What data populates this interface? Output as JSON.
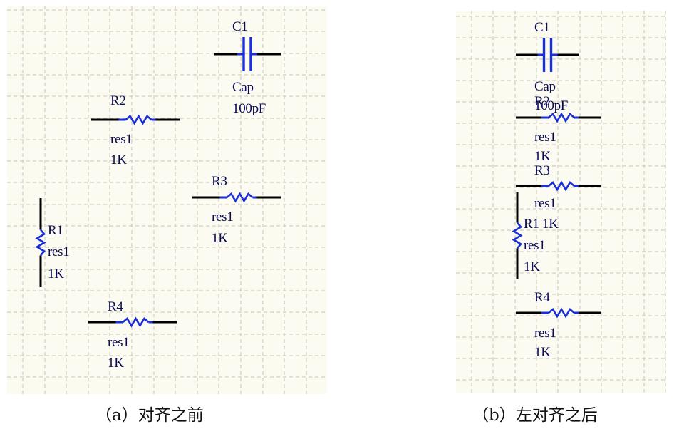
{
  "colors": {
    "wire": "#000000",
    "body": "#1a2fd8",
    "text": "#0a0a55",
    "grid": "#c9c6b6",
    "background": "#fcfbf2"
  },
  "panels": [
    {
      "caption": "（a）对齐之前",
      "components": [
        {
          "type": "capacitor",
          "designator": "C1",
          "part": "Cap",
          "value": "100pF"
        },
        {
          "type": "resistor",
          "designator": "R2",
          "part": "res1",
          "value": "1K"
        },
        {
          "type": "resistor",
          "designator": "R3",
          "part": "res1",
          "value": "1K"
        },
        {
          "type": "resistor",
          "designator": "R1",
          "part": "res1",
          "value": "1K"
        },
        {
          "type": "resistor",
          "designator": "R4",
          "part": "res1",
          "value": "1K"
        }
      ]
    },
    {
      "caption": "（b）左对齐之后",
      "components": [
        {
          "type": "capacitor",
          "designator": "C1",
          "part": "Cap",
          "value": "100pF"
        },
        {
          "type": "resistor",
          "designator": "R2",
          "part": "res1",
          "value": "1K"
        },
        {
          "type": "resistor",
          "designator": "R3",
          "part": "res1",
          "value": "1K"
        },
        {
          "type": "resistor",
          "designator": "R1",
          "part": "res1",
          "value": "1K"
        },
        {
          "type": "resistor",
          "designator": "R4",
          "part": "res1",
          "value": "1K"
        }
      ]
    }
  ]
}
